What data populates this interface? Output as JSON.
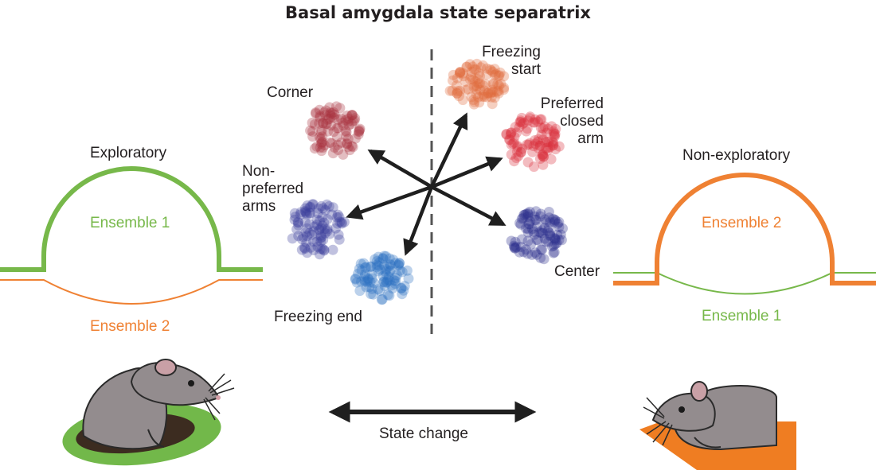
{
  "title": "Basal amygdala state separatrix",
  "left_state": {
    "label": "Exploratory",
    "active_ensemble": "Ensemble 1",
    "inactive_ensemble": "Ensemble 2"
  },
  "right_state": {
    "label": "Non-exploratory",
    "active_ensemble": "Ensemble 2",
    "inactive_ensemble": "Ensemble 1"
  },
  "clusters": [
    {
      "id": "corner",
      "label": "Corner",
      "color": "#a8323f"
    },
    {
      "id": "non-preferred-arms",
      "label": "Non- preferred arms",
      "label_lines": [
        "Non-",
        "preferred",
        "arms"
      ],
      "color": "#3a3d9c"
    },
    {
      "id": "freezing-end",
      "label": "Freezing end",
      "color": "#2a6fc0"
    },
    {
      "id": "freezing-start",
      "label": "Freezing start",
      "label_lines": [
        "Freezing",
        "start"
      ],
      "color": "#e06a3c"
    },
    {
      "id": "preferred-closed-arm",
      "label": "Preferred closed arm",
      "label_lines": [
        "Preferred",
        "closed",
        "arm"
      ],
      "color": "#d92e3a"
    },
    {
      "id": "center",
      "label": "Center",
      "color": "#2b2f8c"
    }
  ],
  "state_change_label": "State change",
  "colors": {
    "green": "#77b84a",
    "orange": "#ef8133",
    "arrow": "#1f1f1f",
    "grass": "#72b84a",
    "ground": "#ef7d22",
    "mouse": "#938c8e"
  }
}
